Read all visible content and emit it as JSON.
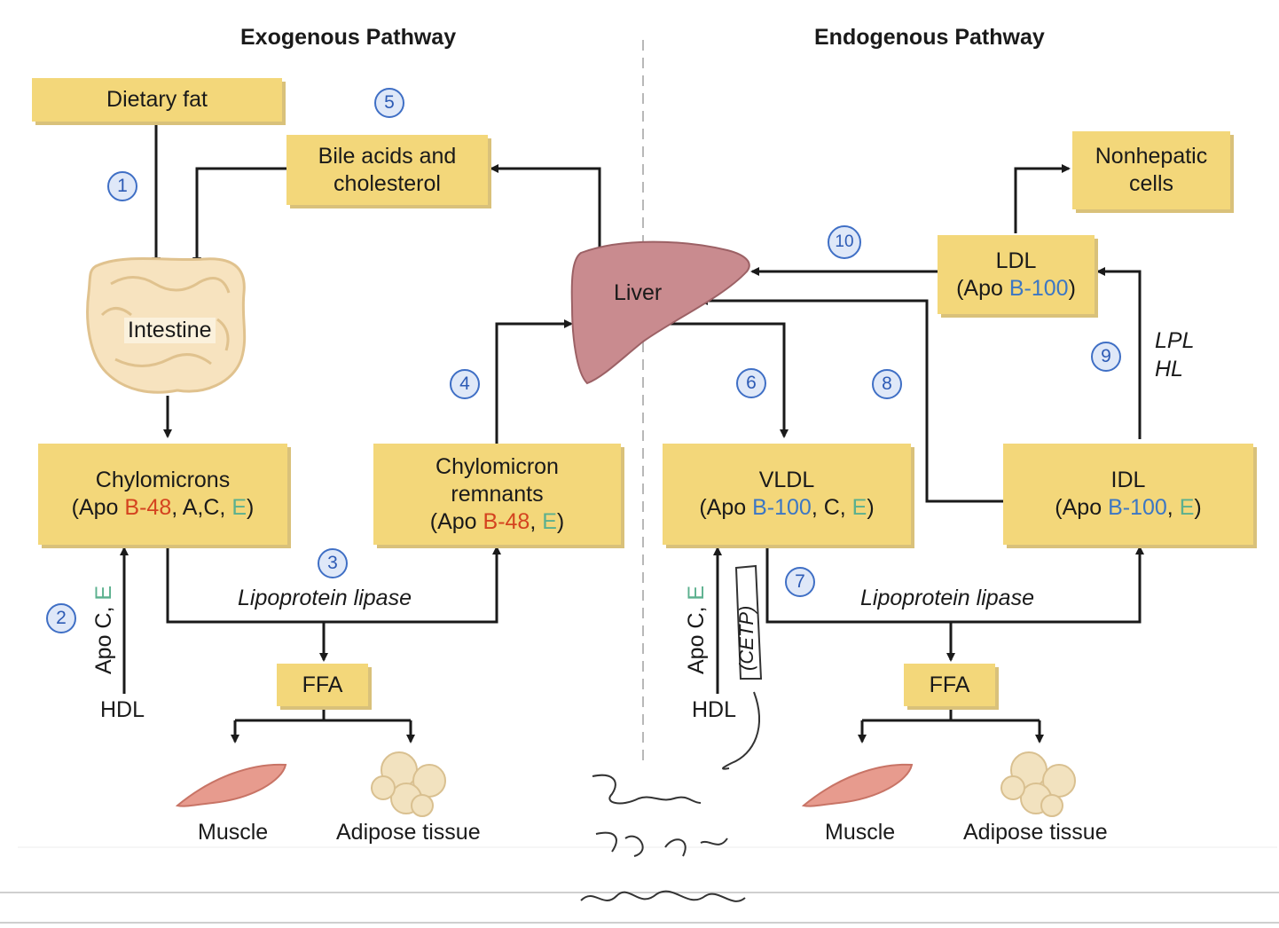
{
  "titles": {
    "exogenous": "Exogenous Pathway",
    "endogenous": "Endogenous Pathway"
  },
  "exo": {
    "dietary_fat": "Dietary fat",
    "bile_line1": "Bile acids and",
    "bile_line2": "cholesterol",
    "intestine": "Intestine",
    "chylo_line1": "Chylomicrons",
    "chylo_apo": {
      "prefix": "(Apo ",
      "b48": "B-48",
      "mid": ", A,C, ",
      "e": "E",
      "suffix": ")"
    },
    "remnants_line1": "Chylomicron",
    "remnants_line2": "remnants",
    "remnants_apo": {
      "prefix": "(Apo ",
      "b48": "B-48",
      "sep": ", ",
      "e": "E",
      "suffix": ")"
    },
    "lipase": "Lipoprotein lipase",
    "ffa": "FFA",
    "muscle": "Muscle",
    "adipose": "Adipose tissue",
    "hdl": "HDL",
    "apo_side": {
      "prefix": "Apo C, ",
      "e": "E"
    }
  },
  "liver": "Liver",
  "endo": {
    "nonhepatic_line1": "Nonhepatic",
    "nonhepatic_line2": "cells",
    "ldl_line1": "LDL",
    "ldl_apo": {
      "prefix": "(Apo ",
      "b100": "B-100",
      "suffix": ")"
    },
    "vldl_line1": "VLDL",
    "vldl_apo": {
      "prefix": "(Apo ",
      "b100": "B-100",
      "mid": ", C, ",
      "e": "E",
      "suffix": ")"
    },
    "idl_line1": "IDL",
    "idl_apo": {
      "prefix": "(Apo ",
      "b100": "B-100",
      "sep": ", ",
      "e": "E",
      "suffix": ")"
    },
    "lpl": "LPL",
    "hl": "HL",
    "lipase": "Lipoprotein lipase",
    "ffa": "FFA",
    "muscle": "Muscle",
    "adipose": "Adipose tissue",
    "hdl": "HDL",
    "apo_side": {
      "prefix": "Apo C, ",
      "e": "E"
    },
    "cetp": "(CETP)"
  },
  "steps": [
    "1",
    "2",
    "3",
    "4",
    "5",
    "6",
    "7",
    "8",
    "9",
    "10"
  ],
  "colors": {
    "box": "#f3d77a",
    "apoB48": "#d4431f",
    "apoB100": "#3c77c4",
    "apoE": "#5bb08e",
    "step": "#3f6fc5",
    "liver": "#c98b8f"
  }
}
